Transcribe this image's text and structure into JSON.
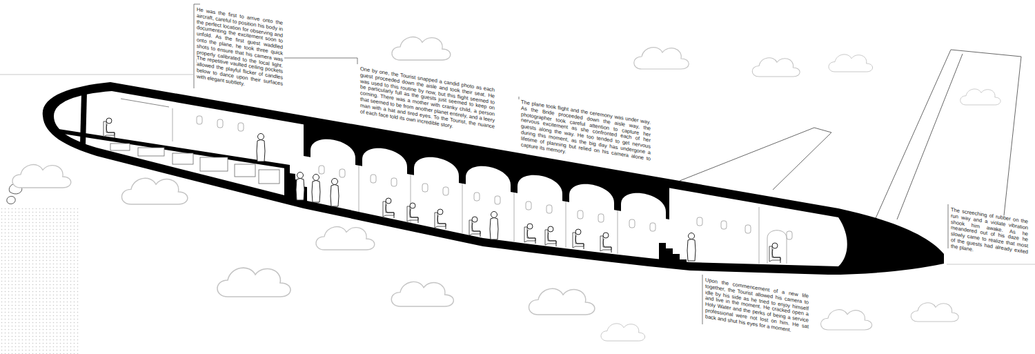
{
  "diagram": {
    "labels": [
      "He was the first to arrive onto the aircraft, careful to position his body in the perfect location for observing and documenting the excitement soon to unfold. As the first guest waddled onto the plane, he took three quick shots to ensure that his camera was properly calibrated to the local light. The repetitive vaulted ceiling pockets allowed the playful flicker of candles below to dance upon their surfaces with elegant subtlety.",
      "One by one, the Tourist snapped a candid photo as each guest proceeded down the aisle and took their seat. He was used to this routine by now, but this flight seemed to be particularly full as the guests just seemed to keep on coming. There was a mother with cranky child, a person that seemed to be from another planet entirely, and a leery man with a hat and tired eyes. To the Tourist, the nuance of each face told its own incredible story.",
      "The plane took flight and the ceremony was under way. As the Bride proceeded down the aisle way, the photographer took careful attention to capture her nervous excitement as she confronted each of her guests along the way. He too tended to get nervous during this moment, as the big day has undergone a lifetime of planning but relied on his camera alone to capture its memory.",
      "The screeching of rubber on the run way and a violate vibration shook him awake. As he meandered out of his daze he slowly came to realize that most of the guests had already exited the plane.",
      "Upon the commencement of a new life together, the Tourist allowed his camera to idle by his side as he tried to enjoy himself and live in the moment. He cracked open a Holy Water and the perks of being a service professional were not lost on him. He sat back and shut his eyes for a moment."
    ]
  }
}
